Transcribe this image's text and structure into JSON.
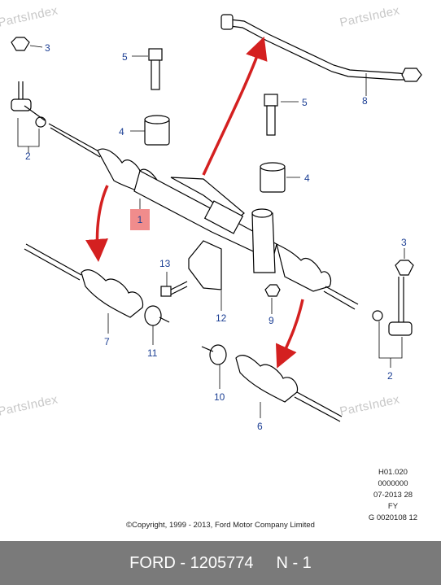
{
  "watermark": "PartsIndex",
  "callouts": {
    "c1": "1",
    "c2a": "2",
    "c2b": "2",
    "c3a": "3",
    "c3b": "3",
    "c4a": "4",
    "c4b": "4",
    "c5a": "5",
    "c5b": "5",
    "c6": "6",
    "c7": "7",
    "c8": "8",
    "c9": "9",
    "c10": "10",
    "c11": "11",
    "c12": "12",
    "c13": "13"
  },
  "reference": {
    "line1": "H01.020",
    "line2": "0000000",
    "line3": "07-2013 28",
    "line4": "FY",
    "line5": "G 0020108 12"
  },
  "copyright": "©Copyright, 1999 - 2013, Ford Motor Company Limited",
  "footer": {
    "part": "FORD - 1205774",
    "page": "N - 1"
  },
  "colors": {
    "callout": "#1c3f94",
    "arrow": "#d42020",
    "highlight": "#f08c8c",
    "footer_bg": "#7a7a7a"
  }
}
